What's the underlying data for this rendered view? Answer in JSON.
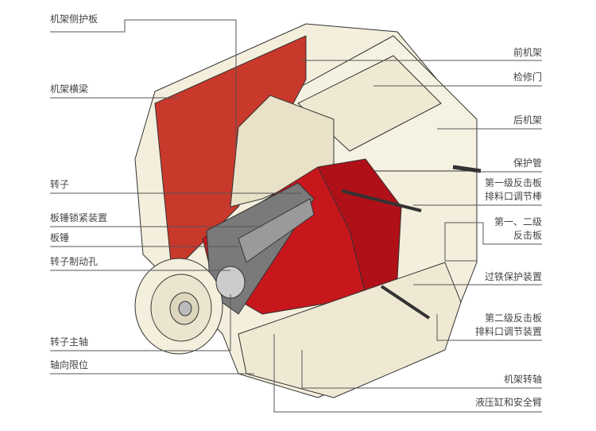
{
  "title_hidden": null,
  "left_labels": [
    "机架侧护板",
    "机架横梁",
    "转子",
    "板锤锁紧装置",
    "板锤",
    "转子制动孔",
    "转子主轴",
    "轴向限位"
  ],
  "right_labels": [
    {
      "l1": "前机架"
    },
    {
      "l1": "检修门"
    },
    {
      "l1": "后机架"
    },
    {
      "l1": "保护管"
    },
    {
      "l1": "第一级反击板",
      "l2": "排料口调节棒"
    },
    {
      "l1": "第一、二级",
      "l2": "反击板"
    },
    {
      "l1": "过铁保护装置"
    },
    {
      "l1": "第二级反击板",
      "l2": "排料口调节装置"
    },
    {
      "l1": "机架转轴"
    },
    {
      "l1": "液压缸和安全臂"
    }
  ],
  "colors": {
    "frame": "#f3efdc",
    "interior": "#c8161d",
    "hammer": "#7a7a7a",
    "line": "#555555"
  }
}
